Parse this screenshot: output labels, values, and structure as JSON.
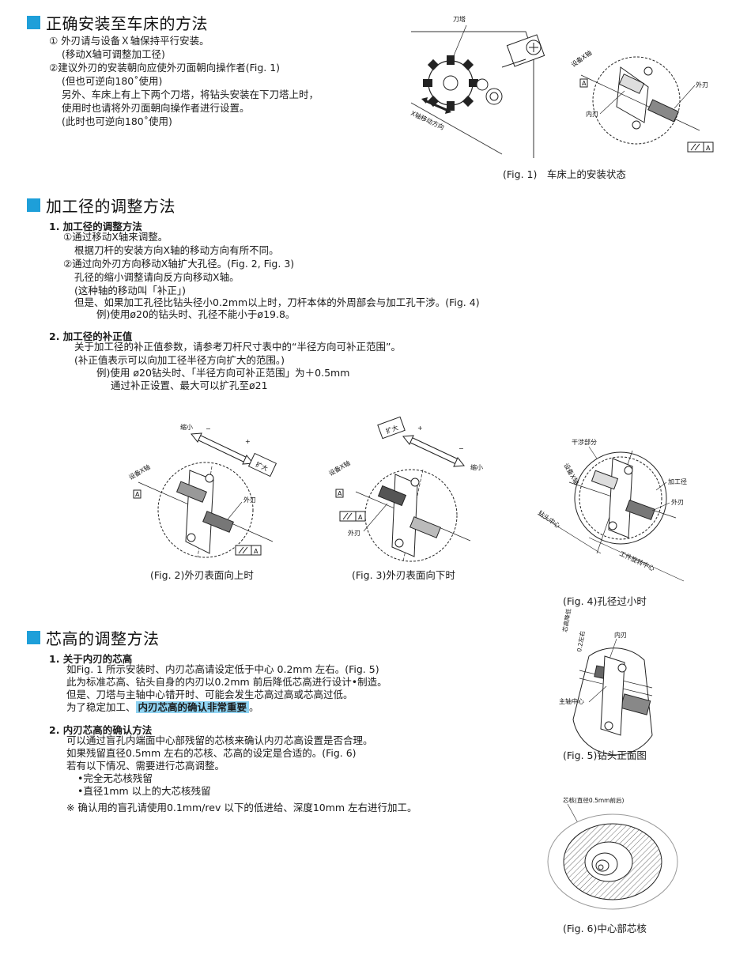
{
  "section1": {
    "title": "正确安装至车床的方法",
    "lines": [
      "① 外刃请与设备Ｘ轴保持平行安装。",
      "(移动X轴可调整加工径)",
      "②建议外刃的安装朝向应使外刃面朝向操作者(Fig. 1)",
      "(但也可逆向180˚使用)",
      "另外、车床上有上下两个刀塔，将钻头安装在下刀塔上时，",
      "使用时也请将外刃面朝向操作者进行设置。",
      "(此时也可逆向180˚使用)"
    ],
    "fig1": {
      "caption": "(Fig. 1)　车床上的安装状态",
      "label_turret": "刀塔",
      "label_xaxis_move": "X轴移动方向",
      "label_machine_xaxis": "设备X轴",
      "label_outer_edge": "外刃",
      "label_inner_edge": "内刃",
      "label_datum": "A"
    }
  },
  "section2": {
    "title": "加工径的调整方法",
    "sub1": "1. 加工径的调整方法",
    "sub1_lines": [
      "①通过移动X轴来调整。",
      "根据刀杆的安装方向X轴的移动方向有所不同。",
      "②通过向外刃方向移动X轴扩大孔径。(Fig. 2, Fig. 3)",
      "孔径的缩小调整请向反方向移动X轴。",
      "(这种轴的移动叫「补正」)",
      "但是、如果加工孔径比钻头径小0.2mm以上时，刀杆本体的外周部会与加工孔干涉。(Fig. 4)",
      "例)使用ø20的钻头时、孔径不能小于ø19.8。"
    ],
    "sub2": "2. 加工径的补正值",
    "sub2_lines": [
      "关于加工径的补正值参数，请参考刀杆尺寸表中的“半径方向可补正范围”。",
      "(补正值表示可以向加工径半径方向扩大的范围。)",
      "例)使用 ø20钻头时、「半径方向可补正范围」为＋0.5mm",
      "通过补正设置、最大可以扩孔至ø21"
    ],
    "fig2": {
      "caption": "(Fig. 2)外刃表面向上时",
      "label_shrink": "缩小",
      "label_expand": "扩大",
      "label_machine_xaxis": "设备X轴",
      "label_outer_edge": "外刃",
      "label_datum": "A",
      "label_minus": "−",
      "label_plus": "+"
    },
    "fig3": {
      "caption": "(Fig. 3)外刃表面向下时",
      "label_expand": "扩大",
      "label_shrink": "缩小",
      "label_machine_xaxis": "设备X轴",
      "label_outer_edge": "外刃",
      "label_datum": "A",
      "label_minus": "−",
      "label_plus": "+"
    },
    "fig4": {
      "caption": "(Fig. 4)孔径过小时",
      "label_interference": "干涉部分",
      "label_machine_xaxis": "设备X轴",
      "label_machining_dia": "加工径",
      "label_outer_edge": "外刃",
      "label_drill_center": "钻头中心",
      "label_work_center": "工件旋转中心"
    }
  },
  "section3": {
    "title": "芯高的调整方法",
    "sub1": "1. 关于内刃的芯高",
    "sub1_lines": [
      "如Fig. 1 所示安装时、内刃芯高请设定低于中心 0.2mm 左右。(Fig. 5)",
      "此为标准芯高、钻头自身的内刃以0.2mm 前后降低芯高进行设计•制造。",
      "但是、刀塔与主轴中心错开时、可能会发生芯高过高或芯高过低。"
    ],
    "sub1_last_prefix": "为了稳定加工、",
    "sub1_highlight": "内刃芯高的确认非常重要",
    "sub1_last_suffix": "。",
    "sub2": "2. 内刃芯高的确认方法",
    "sub2_lines": [
      "可以通过盲孔内端面中心部残留的芯核来确认内刃芯高设置是否合理。",
      "如果残留直径0.5mm 左右的芯核、芯高的设定是合适的。(Fig. 6)",
      "若有以下情况、需要进行芯高调整。",
      "•完全无芯核残留",
      "•直径1mm 以上的大芯核残留"
    ],
    "note": "※ 确认用的盲孔请使用0.1mm/rev 以下的低进给、深度10mm 左右进行加工。",
    "fig5": {
      "caption": "(Fig. 5)钻头正面图",
      "label_center_drop": "芯高降低",
      "label_amount": "0.2左右",
      "label_inner_edge": "内刃",
      "label_spindle_center": "主轴中心"
    },
    "fig6": {
      "caption": "(Fig. 6)中心部芯核",
      "label_core": "芯核(直径0.5mm前后)"
    }
  },
  "colors": {
    "accent": "#1e9fd9",
    "highlight": "#8fd3f2"
  }
}
